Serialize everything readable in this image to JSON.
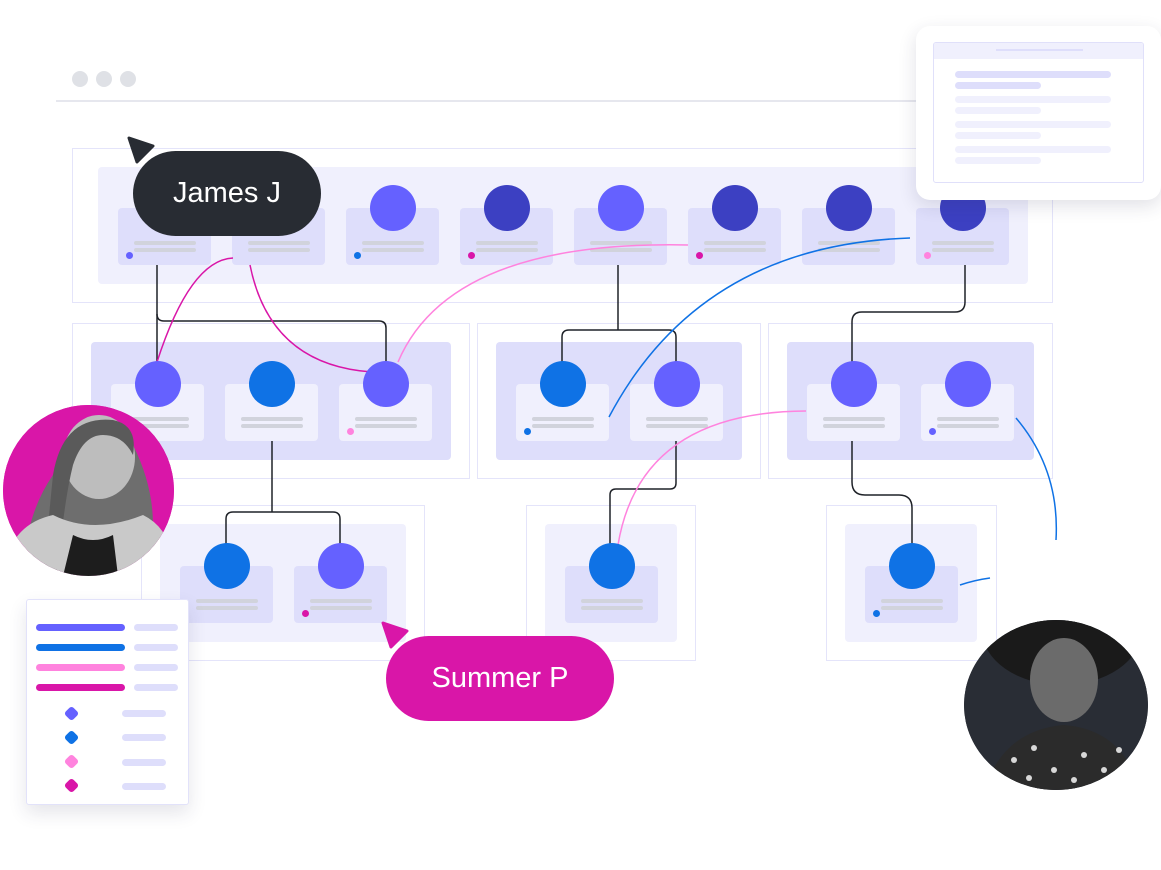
{
  "window": {
    "controls": [
      "dot",
      "dot",
      "dot"
    ]
  },
  "colors": {
    "violet": "#6561ff",
    "indigo": "#3c40c2",
    "blue": "#0f72e5",
    "pink": "#ff83de",
    "magenta": "#d916a8",
    "dark": "#282c33",
    "panel_light": "#f0f0fd",
    "panel_mid": "#dedefb"
  },
  "collaborators": [
    {
      "name": "James J",
      "color": "#282c33"
    },
    {
      "name": "Summer P",
      "color": "#d916a8"
    }
  ],
  "legend": {
    "lines": [
      "violet",
      "blue",
      "pink",
      "magenta"
    ],
    "markers": [
      "violet",
      "blue",
      "pink",
      "magenta"
    ]
  },
  "tree": {
    "top_row": [
      {
        "node": "hidden",
        "marker": "violet"
      },
      {
        "node": "hidden",
        "marker": null
      },
      {
        "node": "violet",
        "marker": "blue"
      },
      {
        "node": "indigo",
        "marker": "magenta"
      },
      {
        "node": "violet",
        "marker": null
      },
      {
        "node": "indigo",
        "marker": "magenta"
      },
      {
        "node": "indigo",
        "marker": null
      },
      {
        "node": "indigo",
        "marker": "pink"
      }
    ],
    "middle_groups": [
      [
        {
          "node": "violet",
          "marker": null
        },
        {
          "node": "blue",
          "marker": null
        },
        {
          "node": "violet",
          "marker": "pink"
        }
      ],
      [
        {
          "node": "blue",
          "marker": "blue"
        },
        {
          "node": "violet",
          "marker": null
        }
      ],
      [
        {
          "node": "violet",
          "marker": null
        },
        {
          "node": "violet",
          "marker": "violet"
        }
      ]
    ],
    "bottom_groups": [
      [
        {
          "node": "blue",
          "marker": null
        },
        {
          "node": "violet",
          "marker": "magenta"
        }
      ],
      [
        {
          "node": "blue",
          "marker": null
        }
      ],
      [
        {
          "node": "blue",
          "marker": "blue"
        }
      ]
    ]
  }
}
